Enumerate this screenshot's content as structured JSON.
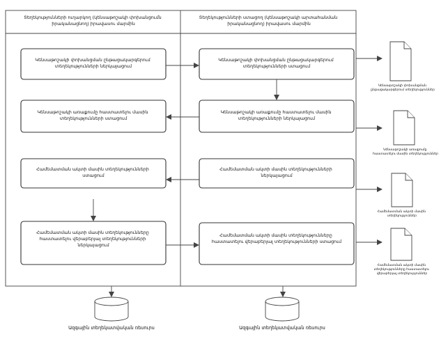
{
  "lanes": [
    {
      "id": "lane-left",
      "title": [
        "Տեղեկությունների ուղարկող (կենսաթոշակի փոխանցումն",
        "իրականացնող) իրավասու մարմին"
      ]
    },
    {
      "id": "lane-right",
      "title": [
        "Տեղեկությունների ստացող (կենսաթոշակի արտահանման",
        "իրականացնող) իրավասու մարմին"
      ]
    }
  ],
  "processes": {
    "l1": [
      "Կենսաթոշակի փոխանցման ընթացակարգերում",
      "տեղեկությունների ներկայացում"
    ],
    "r1": [
      "Կենսաթոշակի փոխանցման ընթացակարգերում",
      "տեղեկությունների ստացում"
    ],
    "r2": [
      "Կենսաթոշակի առաքումը հաստատելու մասին",
      "տեղեկությունների ներկայացում"
    ],
    "l2": [
      "Կենսաթոշակի առաքումը հաստատելու մասին",
      "տեղեկությունների ստացում"
    ],
    "r3": [
      "Համեմատման ակտի մասին տեղեկությունների",
      "ներկայացում"
    ],
    "l3": [
      "Համեմատման ակտի մասին տեղեկությունների",
      "ստացում"
    ],
    "l4": [
      "Համեմատման ակտի մասին տեղեկությունները",
      "հաստատելու վերաբերյալ տեղեկությունների",
      "ներկայացում"
    ],
    "r4": [
      "Համեմատման ակտի մասին տեղեկությունները",
      "հաստատելու վերաբերյալ տեղեկությունների ստացում"
    ]
  },
  "documents": {
    "d1": [
      "Կենսաթոշակի փոխանցման",
      "ընթացակարգերում տեղեկություններ"
    ],
    "d2": [
      "Կենսաթոշակի առաքումը",
      "հաստատելու մասին տեղեկություններ"
    ],
    "d3": [
      "Համեմատման ակտի մասին",
      "տեղեկություններ"
    ],
    "d4": [
      "Համեմատման ակտի մասին",
      "տեղեկությունները հաստատելու",
      "վերաբերյալ տեղեկություններ"
    ]
  },
  "databases": {
    "left": "Ազգային տեղեկատվական ռեսուրս",
    "right": "Ազգային տեղեկատվական ռեսուրս"
  },
  "colors": {
    "stroke": "#444444",
    "text": "#111111",
    "background": "#ffffff"
  }
}
